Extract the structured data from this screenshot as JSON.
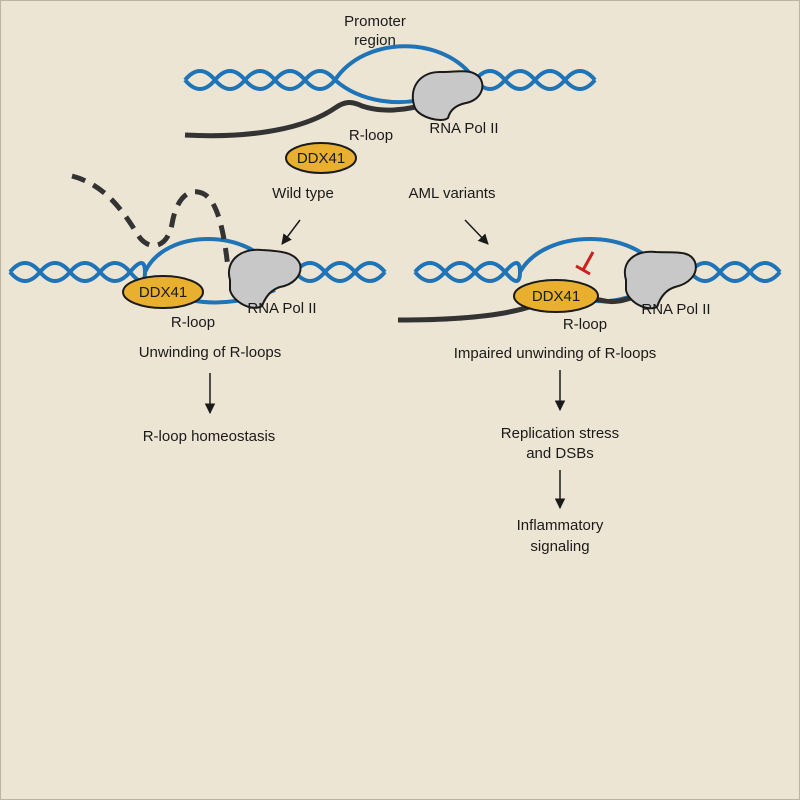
{
  "colors": {
    "background": "#ede5d4",
    "dna_strand": "#1f74b8",
    "rna_strand": "#333333",
    "ddx41_fill": "#e8b02e",
    "pol_fill": "#c8c8c8",
    "inhibition": "#cc1f1f"
  },
  "top": {
    "promoter_line1": "Promoter",
    "promoter_line2": "region",
    "rloop_label": "R-loop",
    "pol_label": "RNA Pol II",
    "ddx41_label": "DDX41",
    "wild_type_label": "Wild type",
    "aml_label": "AML variants"
  },
  "left": {
    "ddx41_label": "DDX41",
    "pol_label": "RNA Pol II",
    "rloop_label": "R-loop",
    "outcome1": "Unwinding of R-loops",
    "outcome2": "R-loop homeostasis"
  },
  "right": {
    "ddx41_label": "DDX41",
    "pol_label": "RNA Pol II",
    "rloop_label": "R-loop",
    "outcome1": "Impaired unwinding of R-loops",
    "outcome2_line1": "Replication stress",
    "outcome2_line2": "and DSBs",
    "outcome3_line1": "Inflammatory",
    "outcome3_line2": "signaling"
  }
}
